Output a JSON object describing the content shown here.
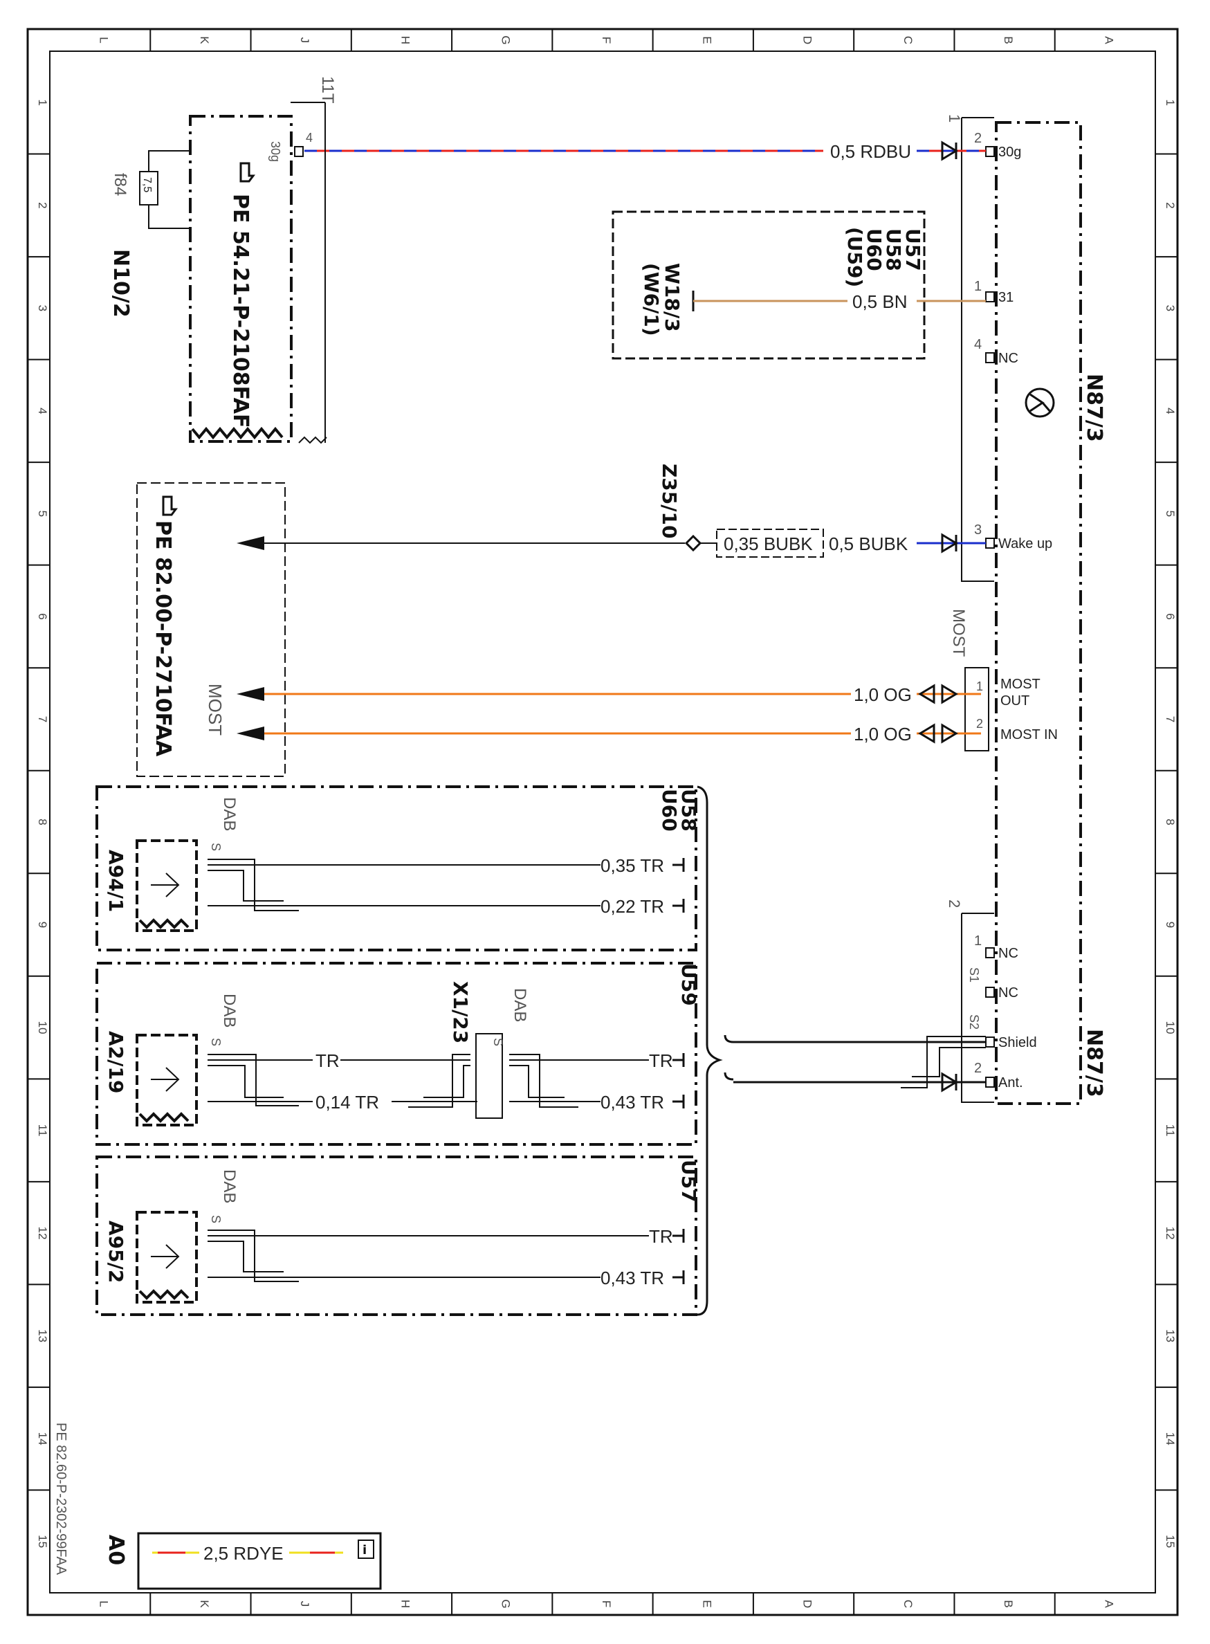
{
  "frame": {
    "col_letters": [
      "L",
      "K",
      "J",
      "H",
      "G",
      "F",
      "E",
      "D",
      "C",
      "B",
      "A"
    ],
    "row_numbers": [
      "1",
      "2",
      "3",
      "4",
      "5",
      "6",
      "7",
      "8",
      "9",
      "10",
      "11",
      "12",
      "13",
      "14",
      "15"
    ]
  },
  "colors": {
    "red": "#e8231c",
    "blue": "#1a2ecc",
    "brown": "#c8935c",
    "orange": "#f07818",
    "yellow": "#f0e020",
    "black": "#111111"
  },
  "components": {
    "n87_top": "N87/3",
    "n87_bottom": "N87/3",
    "n10": "N10/2",
    "fuse": "f84",
    "fuse_value": "7,5",
    "ref_pe54": "PE 54.21-P-2108FAF",
    "ref_pe82": "PE 82.00-P-2710FAA",
    "z35": "Z35/10",
    "w18_line1": "W18/3",
    "w18_line2": "(W6/1)",
    "u_group": [
      "U57",
      "U58",
      "U60",
      "(U59)"
    ],
    "a94": "A94/1",
    "a219": "A2/19",
    "a952": "A95/2",
    "x123": "X1/23",
    "u58": "U58",
    "u60": "U60",
    "u59": "U59",
    "u57": "U57",
    "label_11t": "11T",
    "most_label": "MOST",
    "most_label_left": "MOST",
    "dab": "DAB"
  },
  "pins": {
    "pin_30g": "30g",
    "pin_31": "31",
    "pin_nc": "NC",
    "pin_wake": "Wake up",
    "pin_most_out_1": "MOST",
    "pin_most_out_2": "OUT",
    "pin_most_in": "MOST IN",
    "pin_nc2": "NC",
    "pin_nc3": "NC",
    "pin_shield": "Shield",
    "pin_ant": "Ant.",
    "num_2": "2",
    "num_1": "1",
    "num_4": "4",
    "num_3": "3",
    "num_s1": "S1",
    "num_s2": "S2",
    "n10_pin4": "4",
    "n10_30g": "30g",
    "dab_s": "S"
  },
  "wires": {
    "w_rdbu": "0,5 RDBU",
    "w_bn": "0,5 BN",
    "w_bubk": "0,5 BUBK",
    "w_bubk_035": "0,35 BUBK",
    "w_og1": "1,0 OG",
    "w_og2": "1,0 OG",
    "w_u58_1": "0,35 TR",
    "w_u58_2": "0,22 TR",
    "w_u59_tr_left": "TR",
    "w_u59_tr_right": "TR",
    "w_u59_014": "0,14 TR",
    "w_u59_043": "0,43 TR",
    "w_u57_tr": "TR",
    "w_u57_043": "0,43 TR"
  },
  "legend": {
    "label": "A0",
    "wire": "2,5 RDYE"
  },
  "footer": {
    "doc_id": "PE 82.60-P-2302-99FAA"
  }
}
